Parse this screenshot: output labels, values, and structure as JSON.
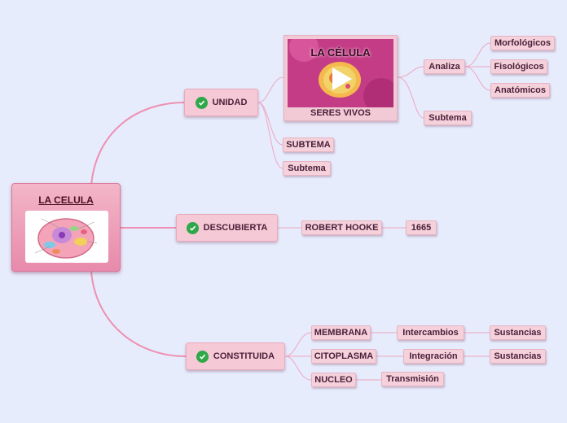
{
  "root": {
    "title": "LA CELULA"
  },
  "branches": {
    "unidad": "UNIDAD",
    "descubierta": "DESCUBIERTA",
    "constituida": "CONSTITUIDA"
  },
  "video": {
    "title": "LA CÉLULA",
    "label": "SERES VIVOS"
  },
  "unidad_children": {
    "analiza": "Analiza",
    "morfologicos": "Morfológicos",
    "fisologicos": "Fisológicos",
    "anatomicos": "Anatómicos",
    "subtema_a": "Subtema",
    "subtema_caps": "SUBTEMA",
    "subtema_b": "Subtema"
  },
  "descubierta_children": {
    "robert_hooke": "ROBERT HOOKE",
    "year": "1665"
  },
  "constituida_children": {
    "membrana": "MEMBRANA",
    "intercambios": "Intercambios",
    "sustancias_1": "Sustancias",
    "citoplasma": "CITOPLASMA",
    "integracion": "Integración",
    "sustancias_2": "Sustancias",
    "nucleo": "NUCLEO",
    "transmision": "Transmisión"
  },
  "colors": {
    "background": "#e6ecfc",
    "link": "#ef8fb3",
    "node": "#f4d1db",
    "check": "#2fa84a"
  },
  "icons": [
    "check-icon",
    "play-icon",
    "cell-illustration"
  ]
}
